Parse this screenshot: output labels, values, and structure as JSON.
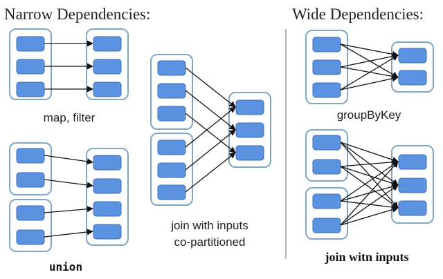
{
  "headings": {
    "narrow": "Narrow Dependencies:",
    "wide": "Wide Dependencies:"
  },
  "captions": {
    "map_filter": "map, filter",
    "union": "union",
    "join_copartitioned_line1": "join with inputs",
    "join_copartitioned_line2": "co-partitioned",
    "group_by_key": "groupByKey",
    "join_wide": "join witn inputs"
  },
  "colors": {
    "partition_fill": "#5b93e0",
    "group_border": "#7fa6c4",
    "edge": "#111111"
  }
}
